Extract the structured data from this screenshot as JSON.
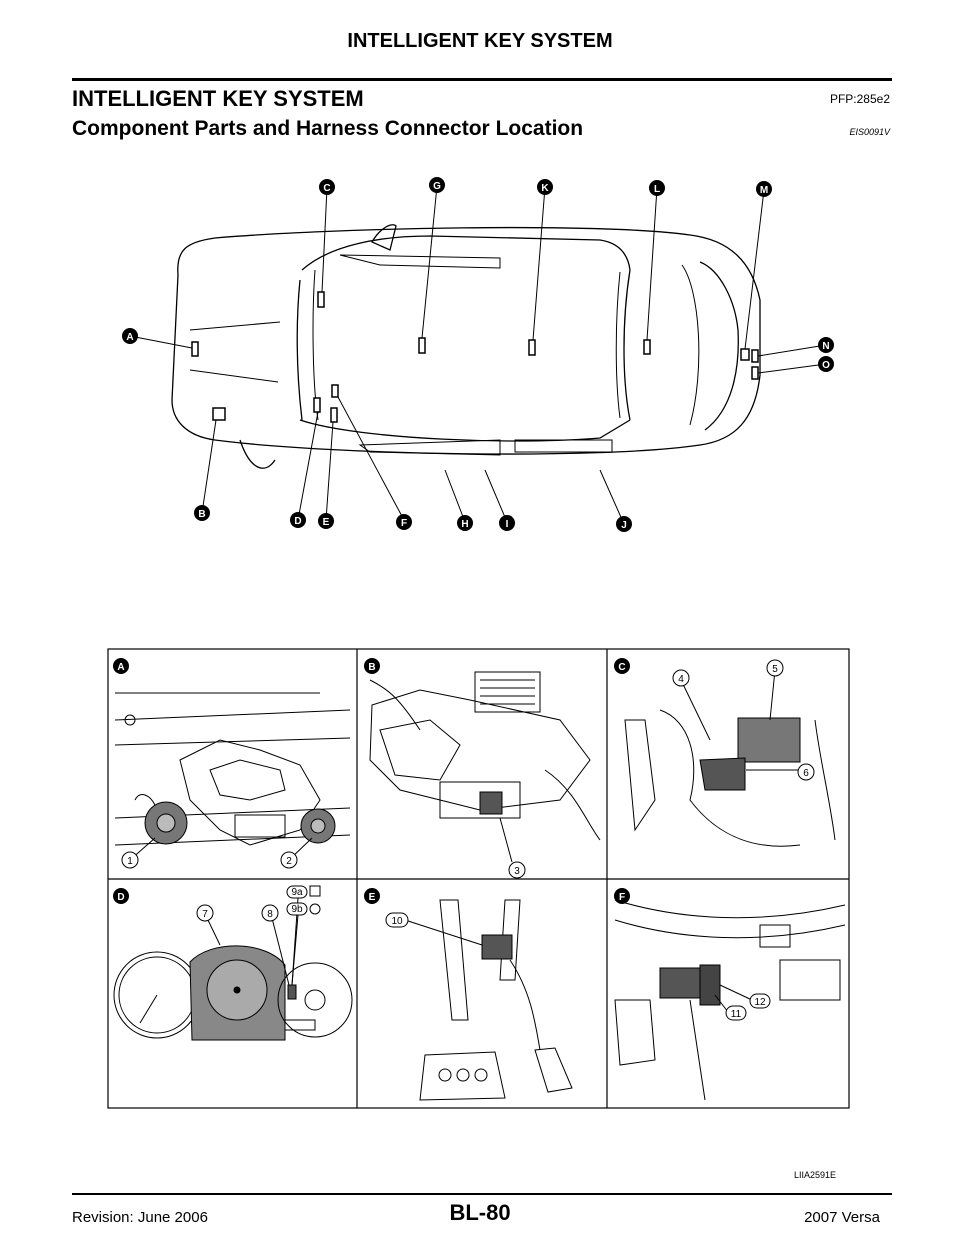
{
  "header": {
    "title": "INTELLIGENT KEY SYSTEM"
  },
  "section": {
    "title": "INTELLIGENT KEY SYSTEM",
    "code": "PFP:285e2"
  },
  "subsection": {
    "title": "Component Parts and Harness Connector Location",
    "code": "EIS0091V"
  },
  "vehicle_callouts": [
    "A",
    "B",
    "C",
    "D",
    "E",
    "F",
    "G",
    "H",
    "I",
    "J",
    "K",
    "L",
    "M",
    "N",
    "O"
  ],
  "detail_panels": [
    {
      "letter": "A",
      "numbers": [
        "1",
        "2"
      ]
    },
    {
      "letter": "B",
      "numbers": [
        "3"
      ]
    },
    {
      "letter": "C",
      "numbers": [
        "4",
        "5",
        "6"
      ]
    },
    {
      "letter": "D",
      "numbers": [
        "7",
        "8",
        "9a",
        "9b"
      ]
    },
    {
      "letter": "E",
      "numbers": [
        "10"
      ]
    },
    {
      "letter": "F",
      "numbers": [
        "11",
        "12"
      ]
    }
  ],
  "figure_id": "LIIA2591E",
  "footer": {
    "revision": "Revision: June 2006",
    "page": "BL-80",
    "model": "2007 Versa"
  }
}
